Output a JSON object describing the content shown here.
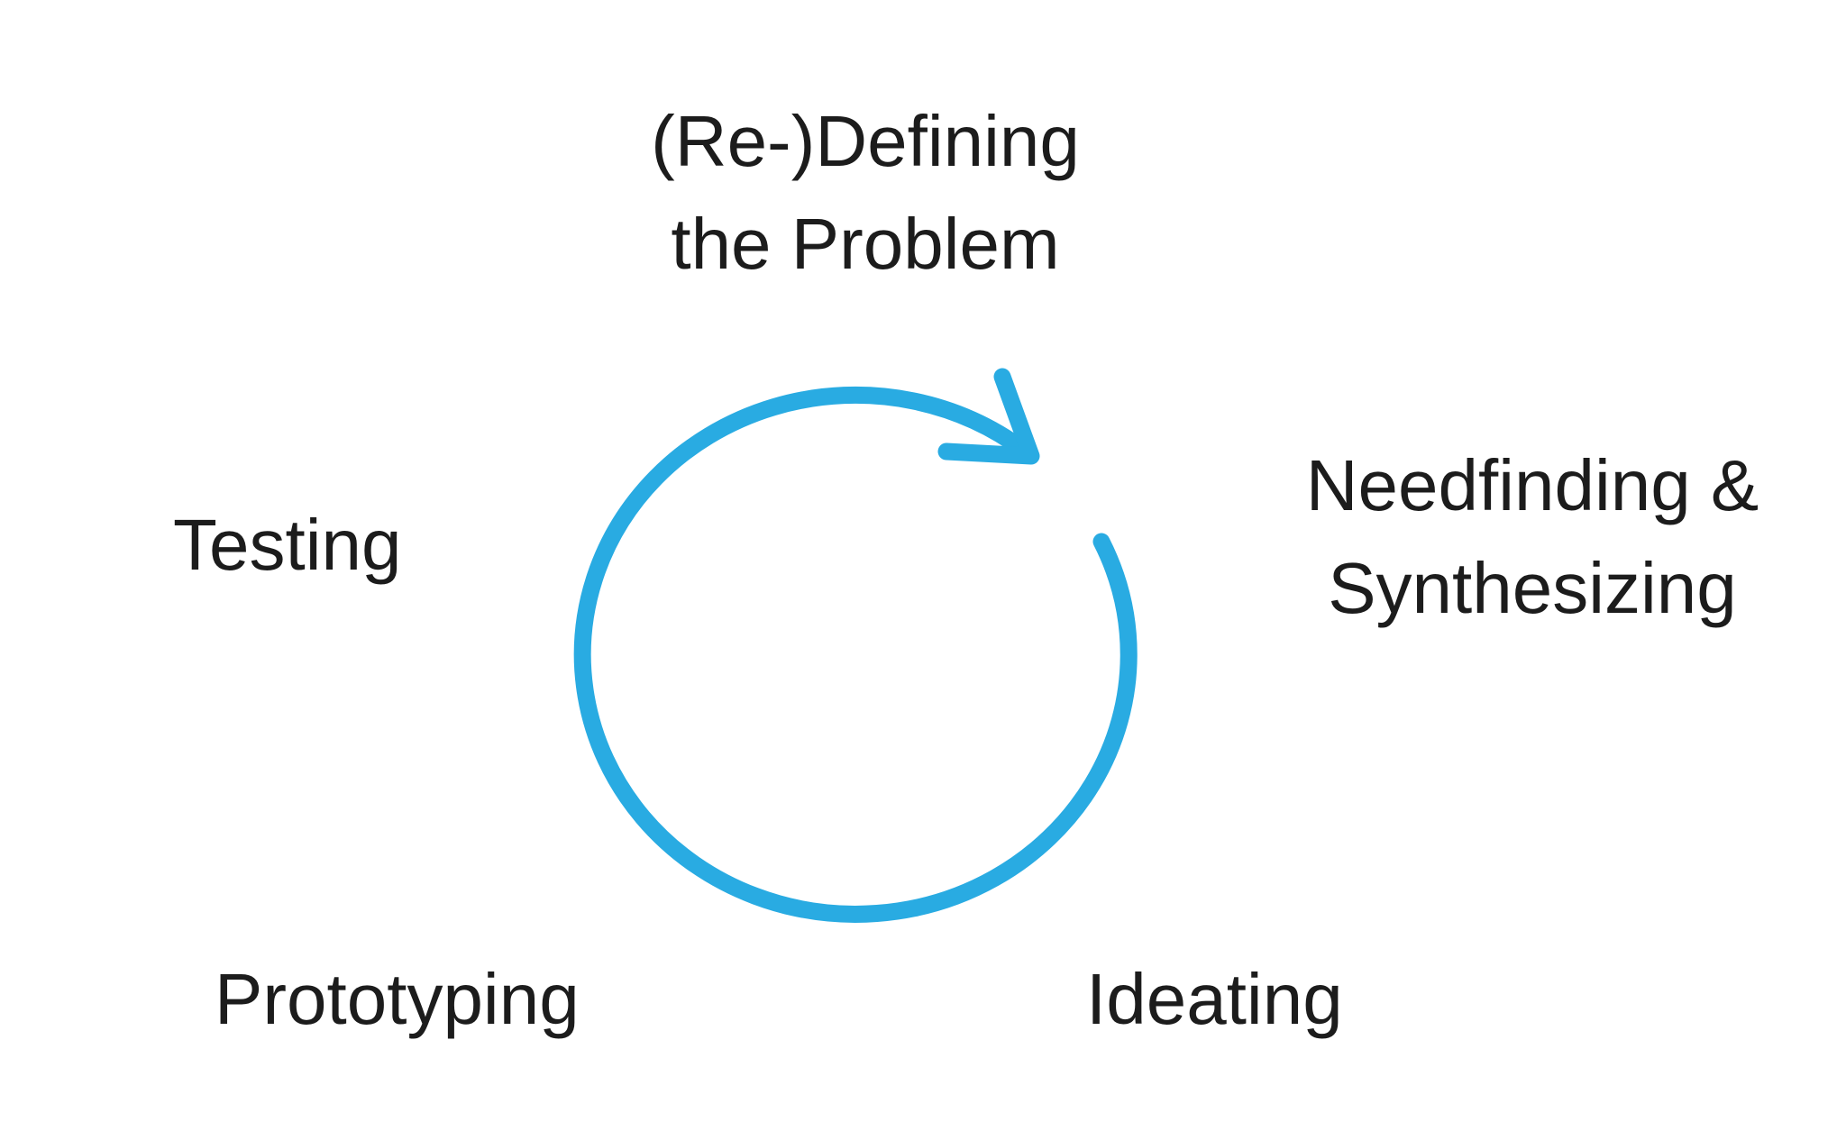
{
  "colors": {
    "accent": "#29ABE2",
    "text": "#1c1c1c",
    "background": "#ffffff"
  },
  "cycle": {
    "type": "design-thinking-loop",
    "direction": "clockwise",
    "icon": "circular-arrow-clockwise-icon"
  },
  "stages": {
    "redefining": {
      "line1": "(Re-)Defining",
      "line2": "the Problem"
    },
    "needfinding": {
      "line1": "Needfinding &",
      "line2": "Synthesizing"
    },
    "ideating": {
      "label": "Ideating"
    },
    "prototyping": {
      "label": "Prototyping"
    },
    "testing": {
      "label": "Testing"
    }
  }
}
